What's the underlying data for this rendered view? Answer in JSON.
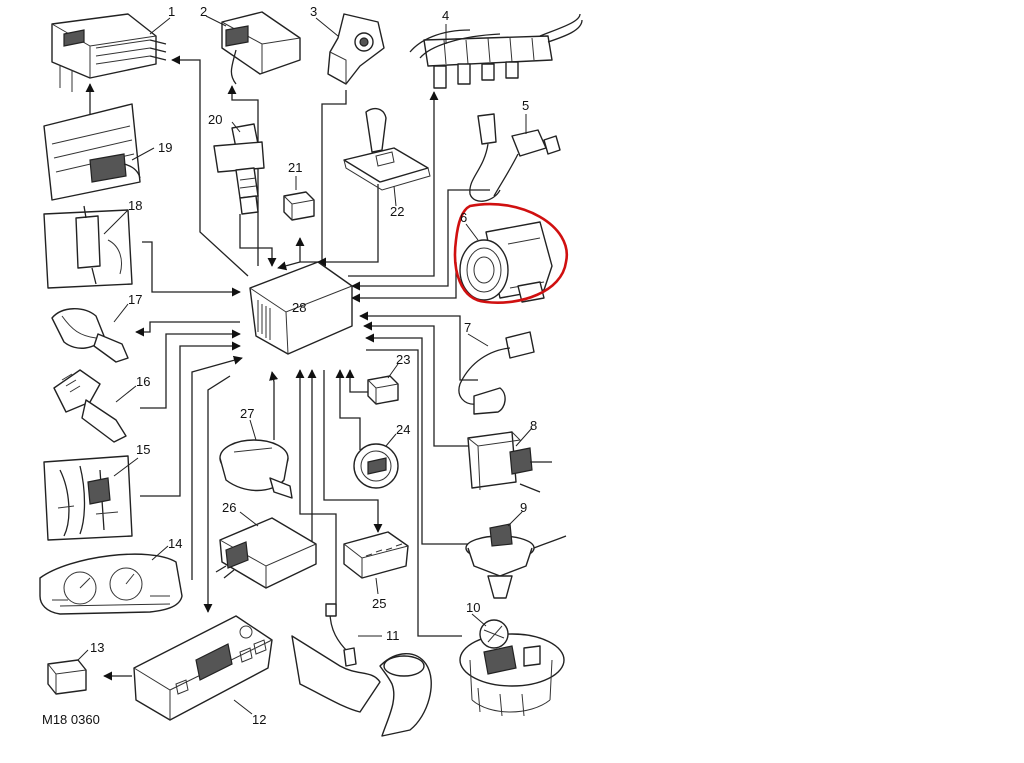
{
  "figure_code": "M18 0360",
  "hub_label": "28",
  "callouts": [
    "1",
    "2",
    "3",
    "4",
    "5",
    "6",
    "7",
    "8",
    "9",
    "10",
    "11",
    "12",
    "13",
    "14",
    "15",
    "16",
    "17",
    "18",
    "19",
    "20",
    "21",
    "22",
    "23",
    "24",
    "25",
    "26",
    "27"
  ],
  "highlight_color": "#d01010",
  "highlighted_item": "6"
}
